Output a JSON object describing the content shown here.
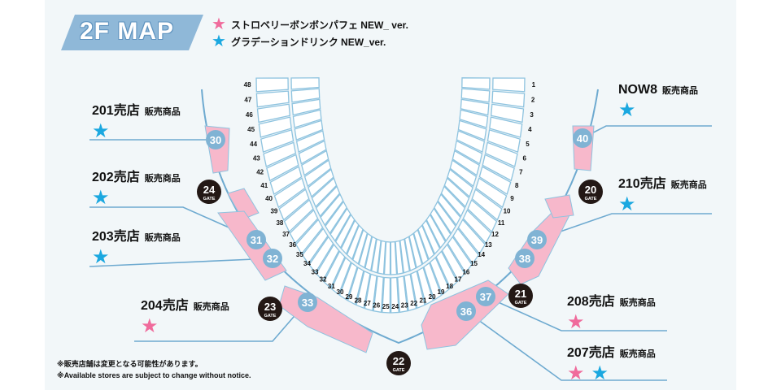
{
  "title": "2F MAP",
  "legend": [
    {
      "label": "ストロベリーボンボンパフェ NEW_ ver.",
      "color": "#f06b9c"
    },
    {
      "label": "グラデーションドリンク NEW_ver.",
      "color": "#1ba8e0"
    }
  ],
  "star_glyph": "★",
  "stores": [
    {
      "name": "201売店",
      "sub": "販売商品",
      "stars": [
        "blue"
      ],
      "booth": "30"
    },
    {
      "name": "202売店",
      "sub": "販売商品",
      "stars": [
        "blue"
      ],
      "booth": "31"
    },
    {
      "name": "203売店",
      "sub": "販売商品",
      "stars": [
        "blue"
      ],
      "booth": "32"
    },
    {
      "name": "204売店",
      "sub": "販売商品",
      "stars": [
        "pink"
      ],
      "booth": "33"
    },
    {
      "name": "NOW8",
      "sub": "販売商品",
      "stars": [
        "blue"
      ],
      "booth": "40"
    },
    {
      "name": "210売店",
      "sub": "販売商品",
      "stars": [
        "blue"
      ],
      "booth": "39"
    },
    {
      "name": "208売店",
      "sub": "販売商品",
      "stars": [
        "pink"
      ],
      "booth": "37"
    },
    {
      "name": "207売店",
      "sub": "販売商品",
      "stars": [
        "pink",
        "blue"
      ],
      "booth": "36"
    }
  ],
  "booths": [
    "30",
    "31",
    "32",
    "33",
    "36",
    "37",
    "38",
    "39",
    "40"
  ],
  "gates": [
    {
      "num": "24",
      "label": "GATE"
    },
    {
      "num": "23",
      "label": "GATE"
    },
    {
      "num": "22",
      "label": "GATE"
    },
    {
      "num": "21",
      "label": "GATE"
    },
    {
      "num": "20",
      "label": "GATE"
    }
  ],
  "sections": [
    "1",
    "2",
    "3",
    "4",
    "5",
    "6",
    "7",
    "8",
    "9",
    "10",
    "11",
    "12",
    "13",
    "14",
    "15",
    "16",
    "17",
    "18",
    "19",
    "20",
    "21",
    "22",
    "23",
    "24",
    "25",
    "26",
    "27",
    "28",
    "29",
    "30",
    "31",
    "32",
    "33",
    "34",
    "35",
    "36",
    "37",
    "38",
    "39",
    "40",
    "41",
    "42",
    "43",
    "44",
    "45",
    "46",
    "47",
    "48"
  ],
  "notes": [
    "※販売店舗は変更となる可能性があります。",
    "※Available stores are subject to change without notice."
  ],
  "colors": {
    "pink_star": "#f06b9c",
    "blue_star": "#1ba8e0",
    "booth": "#f7b8cb",
    "circle": "#80b3d4",
    "line": "#6eaad0",
    "gate": "#231815"
  }
}
